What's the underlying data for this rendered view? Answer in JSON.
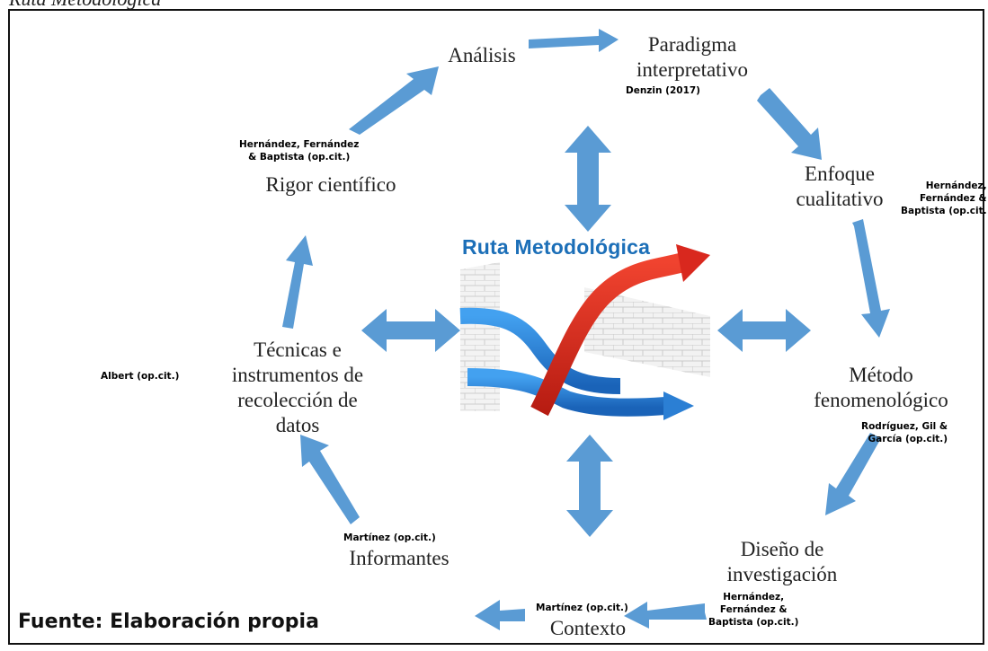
{
  "caption": "Ruta Metodológica",
  "center": {
    "title": "Ruta Metodológica"
  },
  "nodes": {
    "analisis": "Análisis",
    "paradigma": "Paradigma\ninterpretativo",
    "enfoque": "Enfoque\ncualitativo",
    "metodo": "Método\nfenomenológico",
    "diseno": "Diseño de\ninvestigación",
    "contexto": "Contexto",
    "informantes": "Informantes",
    "tecnicas": "Técnicas e\ninstrumentos de\nrecolección de\ndatos",
    "rigor": "Rigor científico"
  },
  "citations": {
    "denzin": "Denzin (2017)",
    "hfb_enfoque": "Hernández,\nFernández &\nBaptista (op.cit.",
    "rodriguez": "Rodríguez, Gil &\nGarcía (op.cit.)",
    "hfb_diseno": "Hernández,\nFernández &\nBaptista (op.cit.)",
    "martinez_contexto": "Martínez (op.cit.)",
    "martinez_informantes": "Martínez (op.cit.)",
    "albert": "Albert (op.cit.)",
    "hfb_rigor": "Hernández, Fernández\n& Baptista (op.cit.)"
  },
  "source": "Fuente: Elaboración propia",
  "colors": {
    "arrow": "#5a9bd4",
    "red_arrow": "#d9281e",
    "blue_arrow": "#2b7fd4",
    "title": "#1c6fb8"
  }
}
